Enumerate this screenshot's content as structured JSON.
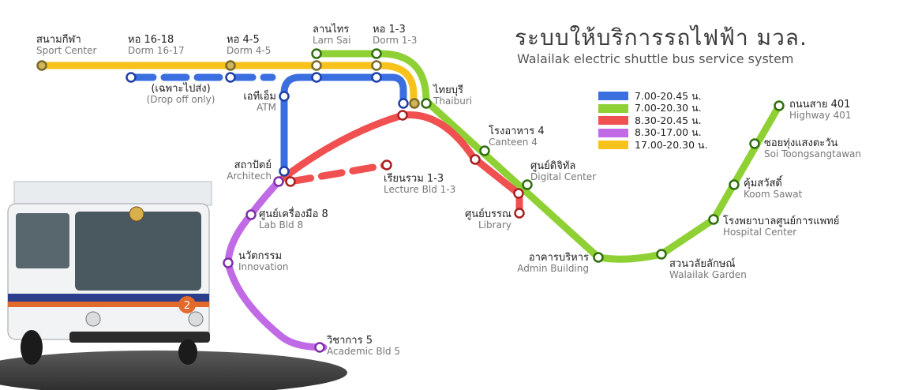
{
  "title": {
    "thai": "ระบบให้บริการรถไฟฟ้า มวล.",
    "english": "Walailak electric shuttle bus service system"
  },
  "legend": [
    {
      "time": "7.00-20.45 น.",
      "color": "#3b6fe0"
    },
    {
      "time": "7.00-20.30 น.",
      "color": "#8fd135"
    },
    {
      "time": "8.30-20.45 น.",
      "color": "#f05050"
    },
    {
      "time": "8.30-17.00 น.",
      "color": "#c06ae6"
    },
    {
      "time": "17.00-20.30 น.",
      "color": "#f7c21b"
    }
  ],
  "drop_off_note": {
    "thai": "(เฉพาะไปส่ง)",
    "english": "(Drop off only)"
  },
  "stops": {
    "sport_center": {
      "thai": "สนามกีฬา",
      "english": "Sport Center"
    },
    "dorm_16_18": {
      "thai": "หอ 16-18",
      "english": "Dorm 16-17"
    },
    "dorm_4_5": {
      "thai": "หอ 4-5",
      "english": "Dorm 4-5"
    },
    "larn_sai": {
      "thai": "ลานไทร",
      "english": "Larn Sai"
    },
    "dorm_1_3": {
      "thai": "หอ 1-3",
      "english": "Dorm 1-3"
    },
    "thaiburi": {
      "thai": "ไทยบุรี",
      "english": "Thaiburi"
    },
    "atm": {
      "thai": "เอทีเอ็ม",
      "english": "ATM"
    },
    "architech": {
      "thai": "สถาปัตย์",
      "english": "Architech"
    },
    "lecture": {
      "thai": "เรียนรวม 1-3",
      "english": "Lecture Bld 1-3"
    },
    "lab8": {
      "thai": "ศูนย์เครื่องมือ 8",
      "english": "Lab Bld 8"
    },
    "innovation": {
      "thai": "นวัตกรรม",
      "english": "Innovation"
    },
    "academic5": {
      "thai": "วิชาการ 5",
      "english": "Academic Bld 5"
    },
    "canteen4": {
      "thai": "โรงอาหาร 4",
      "english": "Canteen 4"
    },
    "digital": {
      "thai": "ศูนย์ดิจิทัล",
      "english": "Digital Center"
    },
    "library": {
      "thai": "ศูนย์บรรณ",
      "english": "Library"
    },
    "admin": {
      "thai": "อาคารบริหาร",
      "english": "Admin Building"
    },
    "garden": {
      "thai": "สวนวลัยลักษณ์",
      "english": "Walailak Garden"
    },
    "hospital": {
      "thai": "โรงพยาบาลศูนย์การแพทย์",
      "english": "Hospital Center"
    },
    "koom": {
      "thai": "คุ้มสวัสดิ์",
      "english": "Koom Sawat"
    },
    "soi": {
      "thai": "ซอยทุ่งแสงตะวัน",
      "english": "Soi Toongsangtawan"
    },
    "highway": {
      "thai": "ถนนสาย 401",
      "english": "Highway 401"
    }
  },
  "bus_number": "2"
}
